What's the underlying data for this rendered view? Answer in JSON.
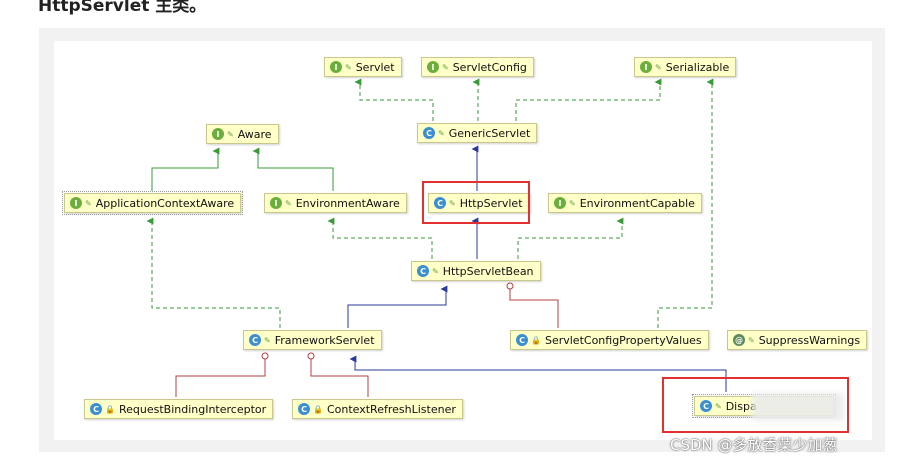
{
  "header": {
    "partial_text": "HttpServlet 主类。"
  },
  "diagram": {
    "nodes": [
      {
        "id": "servlet",
        "label": "Servlet",
        "kind": "i"
      },
      {
        "id": "servletconfig",
        "label": "ServletConfig",
        "kind": "i"
      },
      {
        "id": "serializable",
        "label": "Serializable",
        "kind": "i"
      },
      {
        "id": "genericservlet",
        "label": "GenericServlet",
        "kind": "ac"
      },
      {
        "id": "aware",
        "label": "Aware",
        "kind": "i"
      },
      {
        "id": "appcontextaware",
        "label": "ApplicationContextAware",
        "kind": "i"
      },
      {
        "id": "envaware",
        "label": "EnvironmentAware",
        "kind": "i"
      },
      {
        "id": "httpservlet",
        "label": "HttpServlet",
        "kind": "ac"
      },
      {
        "id": "envcapable",
        "label": "EnvironmentCapable",
        "kind": "i"
      },
      {
        "id": "httpservletbean",
        "label": "HttpServletBean",
        "kind": "ac"
      },
      {
        "id": "frameworkservlet",
        "label": "FrameworkServlet",
        "kind": "ac"
      },
      {
        "id": "scpv",
        "label": "ServletConfigPropertyValues",
        "kind": "c"
      },
      {
        "id": "suppress",
        "label": "SuppressWarnings",
        "kind": "at"
      },
      {
        "id": "rbi",
        "label": "RequestBindingInterceptor",
        "kind": "c"
      },
      {
        "id": "crl",
        "label": "ContextRefreshListener",
        "kind": "c"
      },
      {
        "id": "dispatcher",
        "label": "Dispa",
        "kind": "c"
      }
    ],
    "badges": {
      "i": "I",
      "c": "C",
      "ac": "C",
      "at": "@"
    }
  },
  "colors": {
    "implements": "#3a9a3a",
    "extends": "#2a3a9a",
    "inner": "#b04040",
    "highlight": "#e23030"
  },
  "watermark": "CSDN @多放香菜少加葱"
}
